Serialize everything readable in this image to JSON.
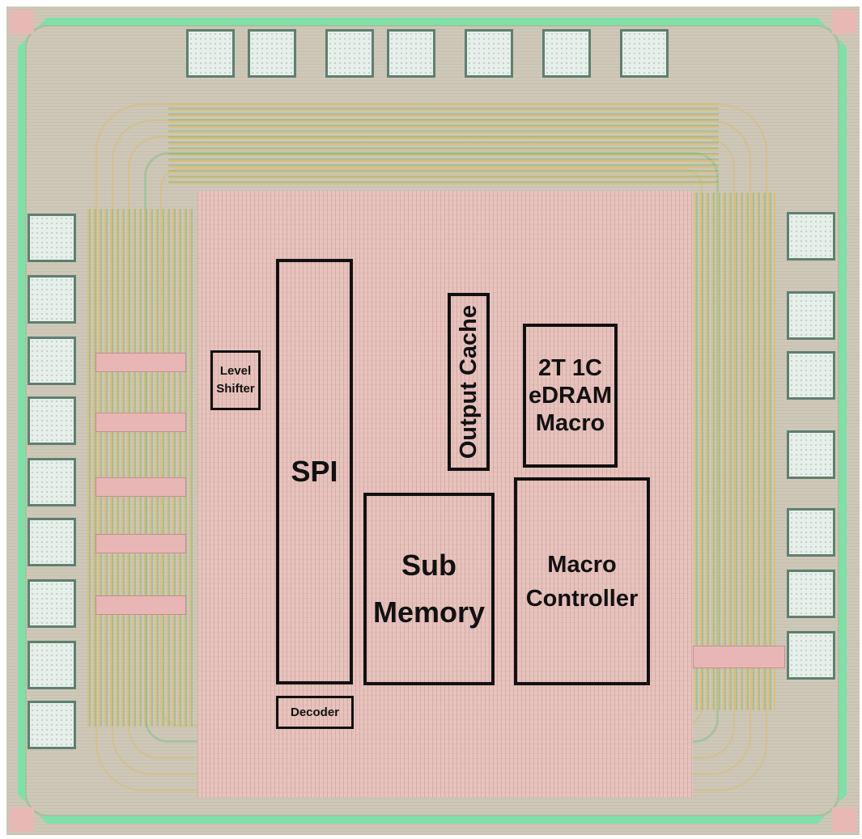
{
  "die": {
    "blocks": [
      {
        "id": "level-shifter",
        "lines": [
          "Level",
          "Shifter"
        ]
      },
      {
        "id": "spi",
        "lines": [
          "SPI"
        ]
      },
      {
        "id": "decoder",
        "lines": [
          "Decoder"
        ]
      },
      {
        "id": "output-cache",
        "lines": [
          "Output Cache"
        ]
      },
      {
        "id": "edram-macro",
        "lines": [
          "2T 1C",
          "eDRAM",
          "Macro"
        ]
      },
      {
        "id": "sub-memory",
        "lines": [
          "Sub",
          "Memory"
        ]
      },
      {
        "id": "macro-controller",
        "lines": [
          "Macro",
          "Controller"
        ]
      }
    ]
  },
  "colors": {
    "core": "#e7c3bd",
    "seal_ring": "#7fe0a8",
    "pad": "#e6efe9",
    "block_border": "#111111"
  }
}
